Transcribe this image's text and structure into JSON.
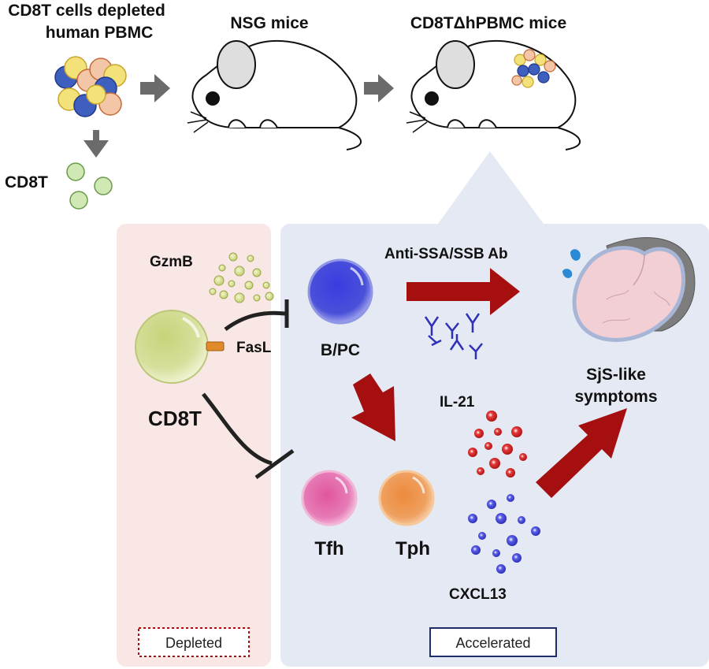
{
  "top": {
    "source_title_line1": "CD8T cells depleted",
    "source_title_line2": "human PBMC",
    "nsg_title": "NSG mice",
    "model_title": "CD8TΔhPBMC mice",
    "cd8t_removed_label": "CD8T"
  },
  "left_panel": {
    "gzmb_label": "GzmB",
    "fasl_label": "FasL",
    "cd8t_label": "CD8T",
    "status_label": "Depleted"
  },
  "right_panel": {
    "antibody_label": "Anti-SSA/SSB Ab",
    "bpc_label": "B/PC",
    "il21_label": "IL-21",
    "cxcl13_label": "CXCL13",
    "tfh_label": "Tfh",
    "tph_label": "Tph",
    "symptom_line1": "SjS-like",
    "symptom_line2": "symptoms",
    "status_label": "Accelerated"
  },
  "colors": {
    "depleted_panel": "#f8e7e4",
    "accelerated_panel": "#e4e9f3",
    "arrow_red": "#a50f0f",
    "arrow_gray": "#6b6b6b",
    "cd8t_cell": "#dbe3a1",
    "b_cell": "#4a4fd8",
    "tfh_cell": "#e88bc0",
    "tph_cell": "#f0a35c"
  }
}
